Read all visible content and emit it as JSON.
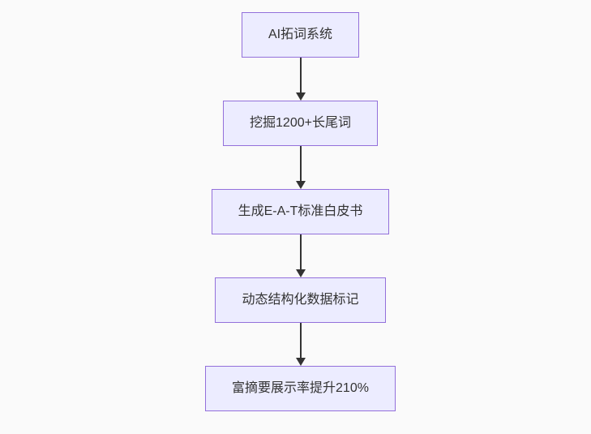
{
  "diagram": {
    "type": "flowchart",
    "direction": "top-down",
    "colors": {
      "background": "#fafafa",
      "node_fill": "#ECECFF",
      "node_border": "#9370DB",
      "arrow": "#333333",
      "text": "#333333"
    },
    "nodes": [
      {
        "id": "n1",
        "label": "AI拓词系统"
      },
      {
        "id": "n2",
        "label": "挖掘1200+长尾词"
      },
      {
        "id": "n3",
        "label": "生成E-A-T标准白皮书"
      },
      {
        "id": "n4",
        "label": "动态结构化数据标记"
      },
      {
        "id": "n5",
        "label": "富摘要展示率提升210%"
      }
    ],
    "edges": [
      {
        "from": "n1",
        "to": "n2"
      },
      {
        "from": "n2",
        "to": "n3"
      },
      {
        "from": "n3",
        "to": "n4"
      },
      {
        "from": "n4",
        "to": "n5"
      }
    ]
  }
}
